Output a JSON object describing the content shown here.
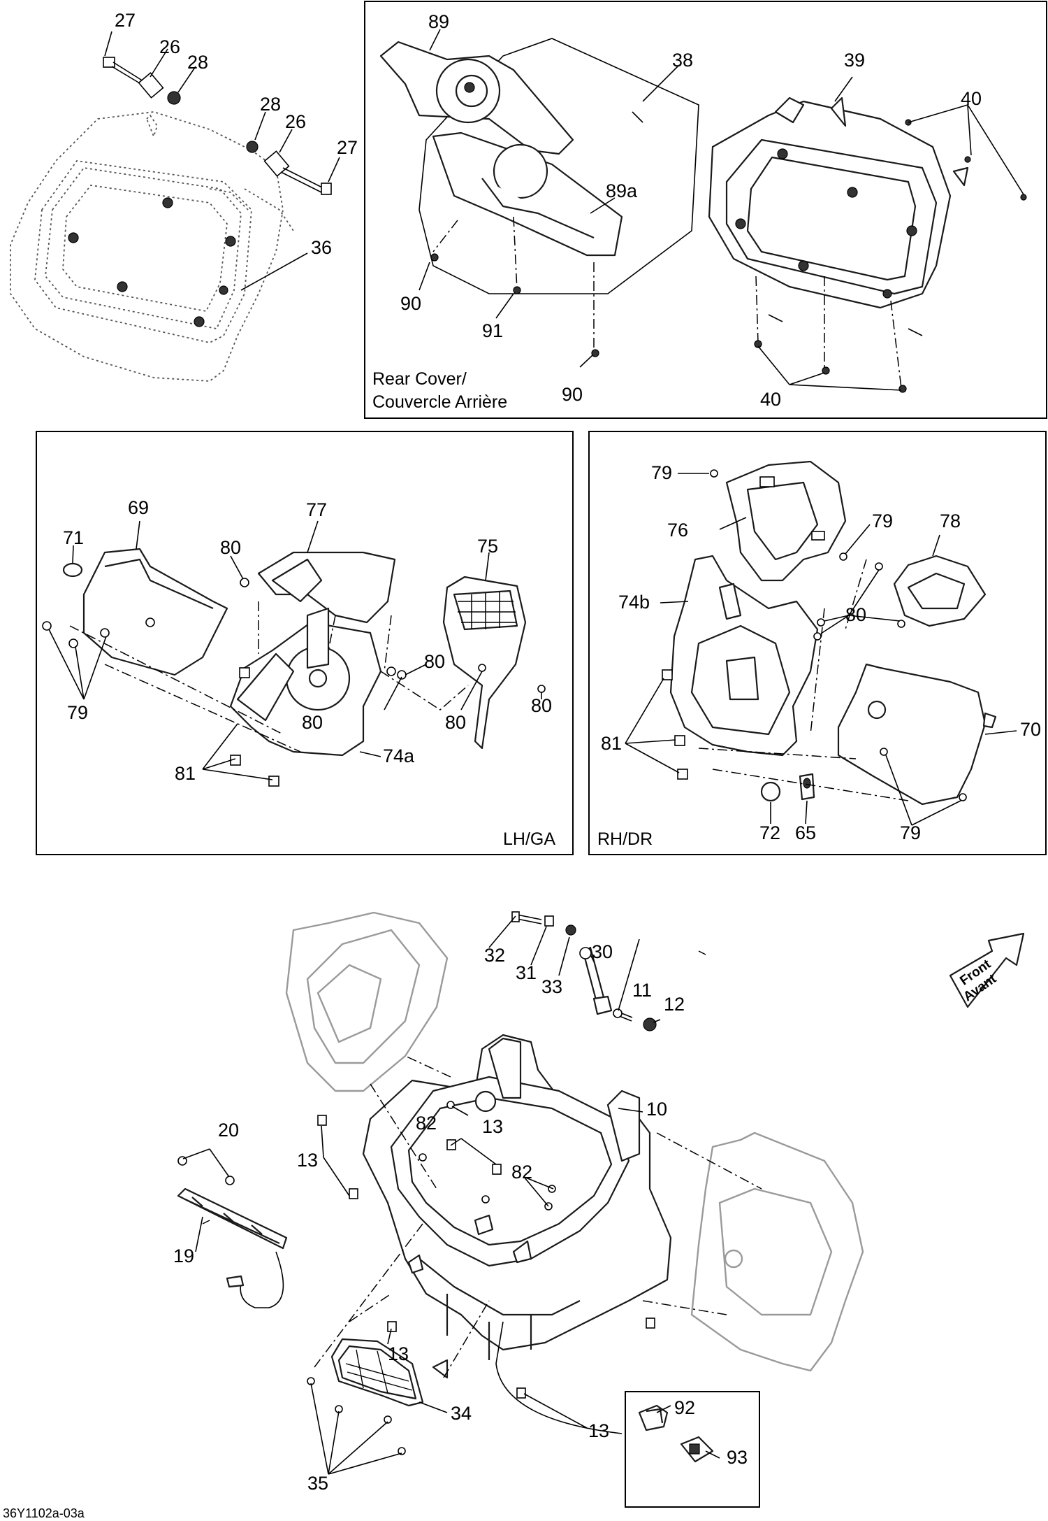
{
  "panels": {
    "rear_cover_caption_line1": "Rear Cover/",
    "rear_cover_caption_line2": "Couvercle Arrière",
    "lh_caption": "LH/GA",
    "rh_caption": "RH/DR"
  },
  "front_arrow": {
    "line1": "Front",
    "line2": "Avant"
  },
  "drawing_code": "36Y1102a-03a",
  "callouts": {
    "c27a": "27",
    "c26a": "26",
    "c28a": "28",
    "c28b": "28",
    "c26b": "26",
    "c27b": "27",
    "c36": "36",
    "c89": "89",
    "c38": "38",
    "c39": "39",
    "c40a": "40",
    "c89a": "89a",
    "c90a": "90",
    "c91": "91",
    "c90b": "90",
    "c40b": "40",
    "c69": "69",
    "c71": "71",
    "c77": "77",
    "c80a": "80",
    "c75": "75",
    "c79a": "79",
    "c80b": "80",
    "c80c": "80",
    "c80d": "80",
    "c80e": "80",
    "c81a": "81",
    "c74a": "74a",
    "c79b": "79",
    "c76": "76",
    "c79c": "79",
    "c78": "78",
    "c74b": "74b",
    "c80f": "80",
    "c70": "70",
    "c81b": "81",
    "c72": "72",
    "c65": "65",
    "c79d": "79",
    "c32": "32",
    "c31": "31",
    "c33": "33",
    "c30": "30",
    "c11": "11",
    "c12": "12",
    "c10": "10",
    "c20": "20",
    "c13a": "13",
    "c82a": "82",
    "c13b": "13",
    "c82b": "82",
    "c19": "19",
    "c13c": "13",
    "c13d": "13",
    "c92": "92",
    "c93": "93",
    "c34": "34",
    "c35": "35"
  }
}
